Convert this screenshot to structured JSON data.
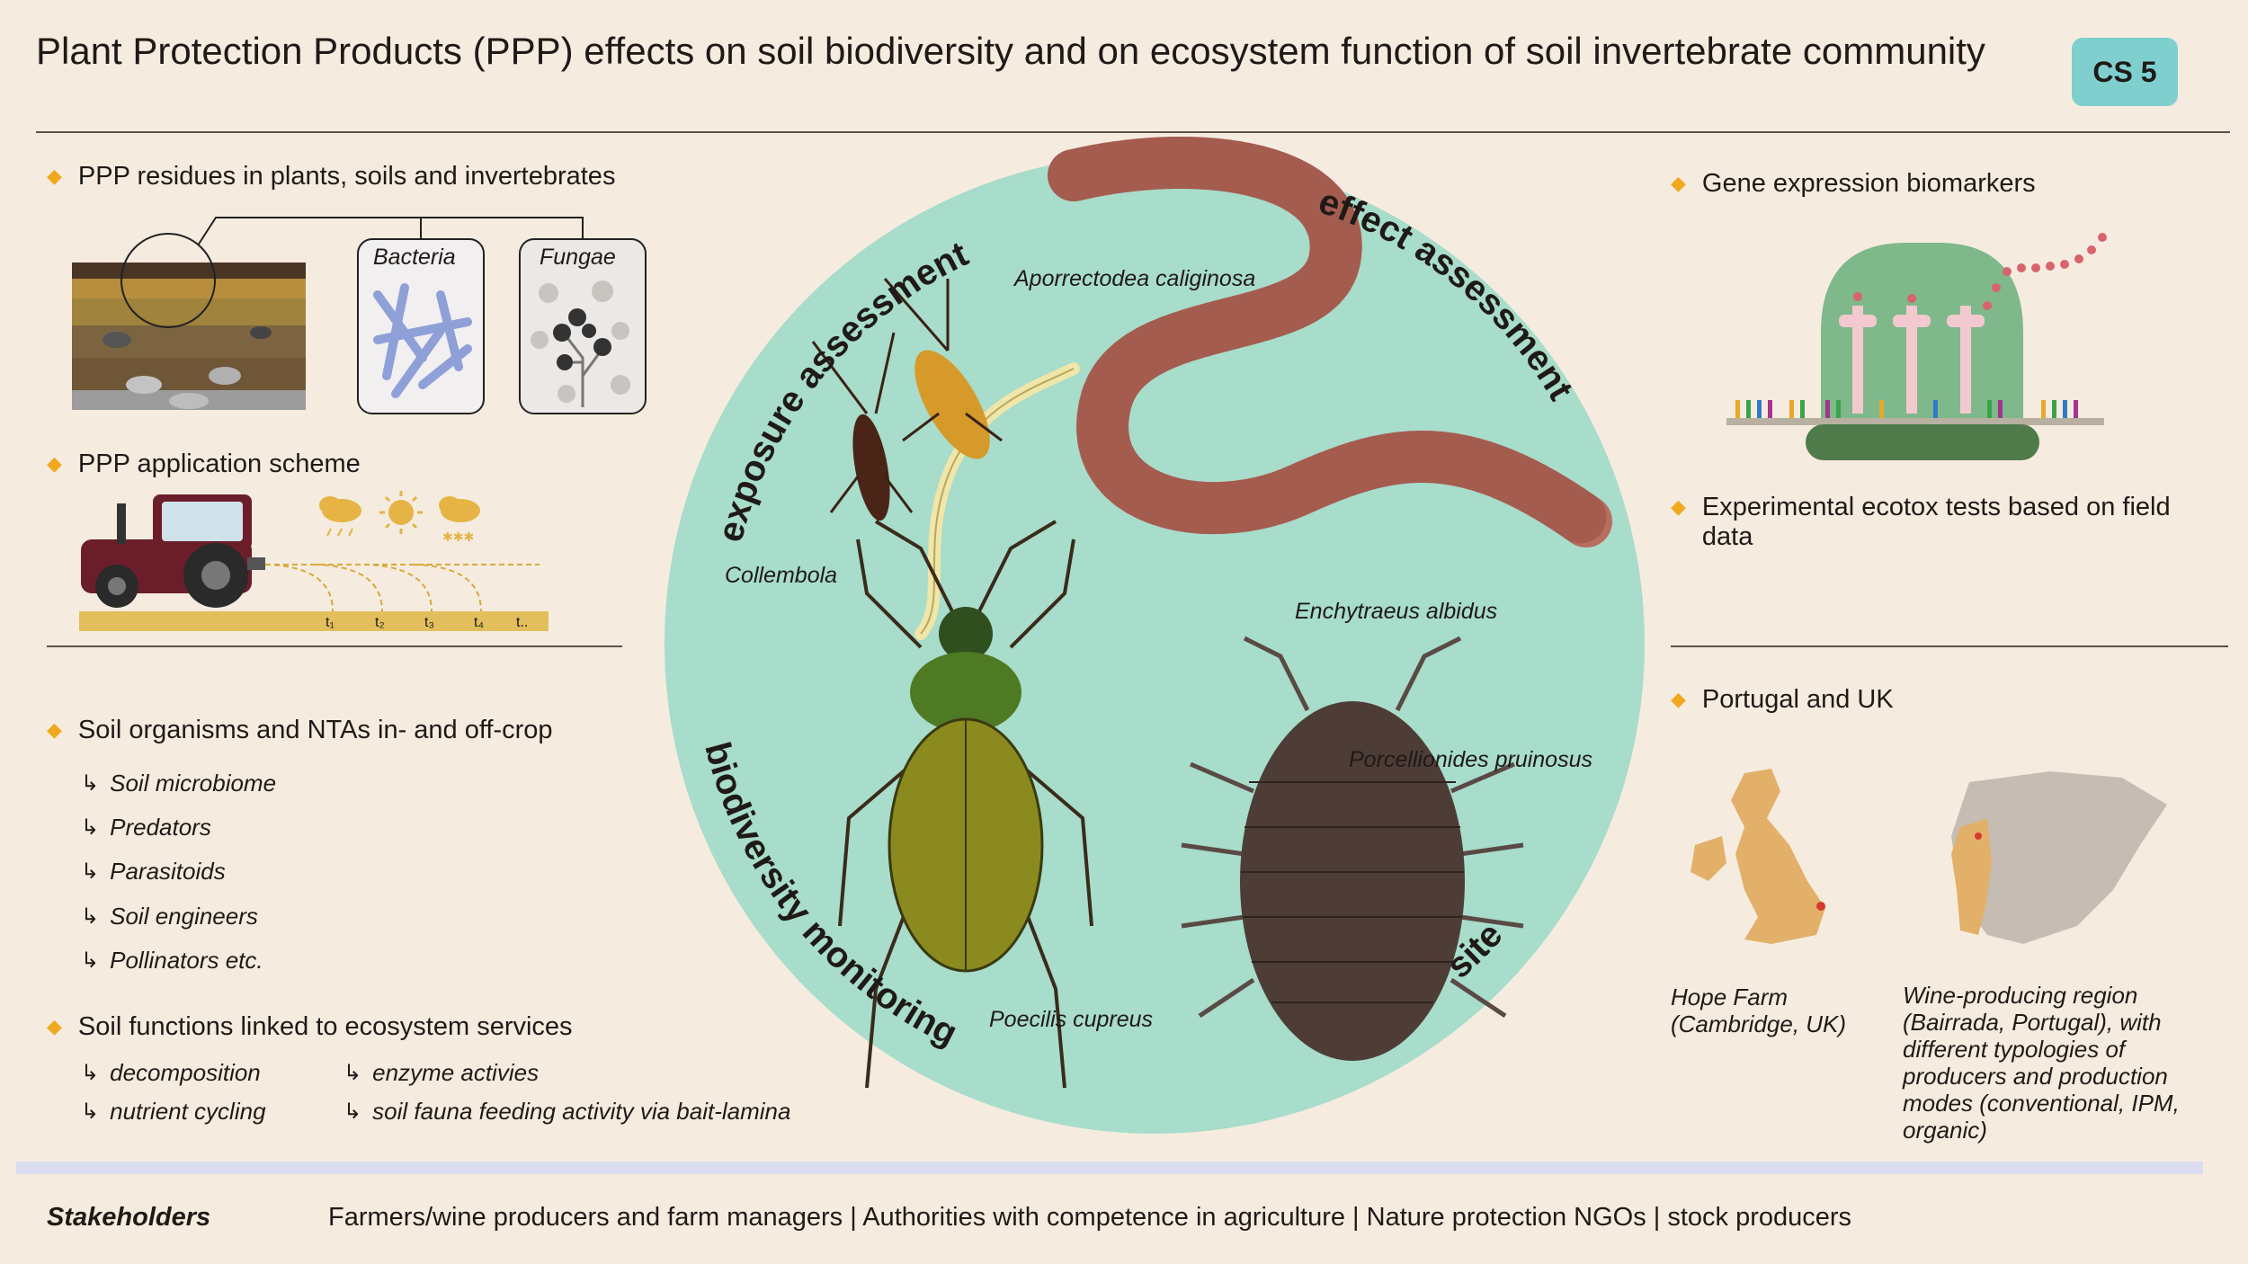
{
  "header": {
    "title": "Plant Protection Products (PPP) effects on soil biodiversity and on ecosystem function of soil invertebrate community",
    "badge": "CS 5"
  },
  "left": {
    "residues": {
      "heading": "PPP residues in plants, soils and invertebrates",
      "bacteria_label": "Bacteria",
      "fungae_label": "Fungae"
    },
    "application": {
      "heading": "PPP application scheme",
      "timepoints": [
        "t₁",
        "t₂",
        "t₃",
        "t₄",
        "t.."
      ]
    },
    "organisms": {
      "heading": "Soil organisms and NTAs in- and off-crop",
      "items": [
        "Soil microbiome",
        "Predators",
        "Parasitoids",
        "Soil engineers",
        "Pollinators etc."
      ]
    },
    "functions": {
      "heading": "Soil functions linked to ecosystem services",
      "col1": [
        "decomposition",
        "nutrient cycling"
      ],
      "col2": [
        "enzyme activies",
        "soil fauna feeding activity via bait-lamina"
      ]
    }
  },
  "center": {
    "arc_labels": {
      "exposure": "exposure assessment",
      "effect": "effect assessment",
      "biodiversity": "biodiversity monitoring",
      "site": "site"
    },
    "species": {
      "earthworm": "Aporrectodea caliginosa",
      "collembola": "Collembola",
      "enchytraeus": "Enchytraeus albidus",
      "porcellionides": "Porcellionides pruinosus",
      "poecilis": "Poecilis cupreus"
    }
  },
  "right": {
    "gene": {
      "heading": "Gene expression biomarkers"
    },
    "ecotox": {
      "heading": "Experimental ecotox tests based on field data"
    },
    "sites": {
      "heading": "Portugal and UK",
      "uk_caption": "Hope Farm (Cambridge, UK)",
      "pt_caption": "Wine-producing region (Bairrada, Portugal), with different typologies of producers and production modes (conventional, IPM, organic)"
    }
  },
  "footer": {
    "label": "Stakeholders",
    "text": "Farmers/wine producers and farm managers | Authorities with competence in agriculture | Nature protection NGOs | stock producers"
  },
  "colors": {
    "background": "#f5ecdf",
    "circle": "#a8dccb",
    "badge": "#7fcfcf",
    "accent": "#f0a81e",
    "worm": "#b86d5e"
  }
}
